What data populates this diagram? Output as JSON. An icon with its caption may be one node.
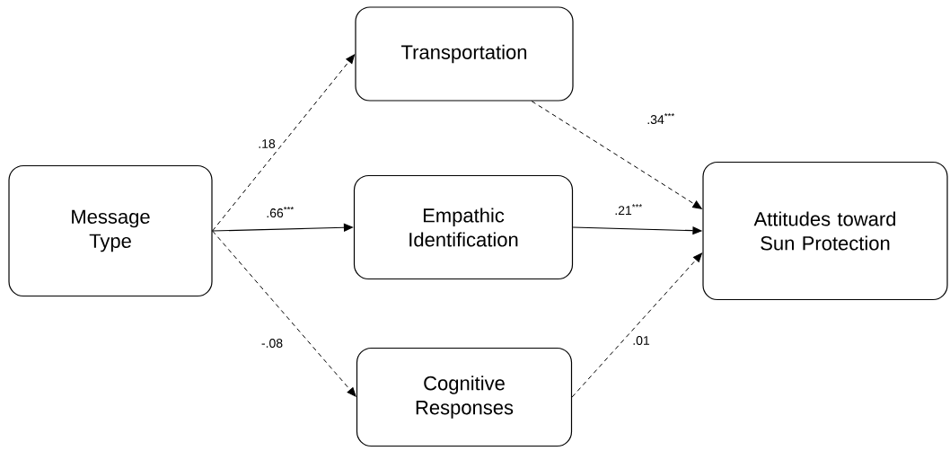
{
  "diagram": {
    "nodes": [
      {
        "text": [
          "Message Type"
        ]
      },
      {
        "text": [
          "Transportation"
        ]
      },
      {
        "text": [
          "Empathic Identification"
        ]
      },
      {
        "text": [
          "Cognitive Responses"
        ]
      },
      {
        "text": [
          "Attitudes toward Sun Protection"
        ]
      }
    ],
    "edges": [
      {
        "from": 0,
        "to": 1,
        "arrow": "to",
        "style": "dashed",
        "label": ".18"
      },
      {
        "from": 0,
        "to": 2,
        "arrow": "to",
        "label": ".66$^{***}$"
      },
      {
        "from": 0,
        "to": 3,
        "arrow": "to",
        "style": "dashed",
        "label": "-.08"
      },
      {
        "from": 1,
        "to": 4,
        "arrow": "to",
        "style": "dashed",
        "label": ".34$^{***}$"
      },
      {
        "from": 2,
        "to": 4,
        "arrow": "to",
        "label": ".21$^{***}$"
      },
      {
        "from": 3,
        "to": 4,
        "arrow": "to",
        "style": "dashed",
        "label": ".01"
      }
    ]
  }
}
